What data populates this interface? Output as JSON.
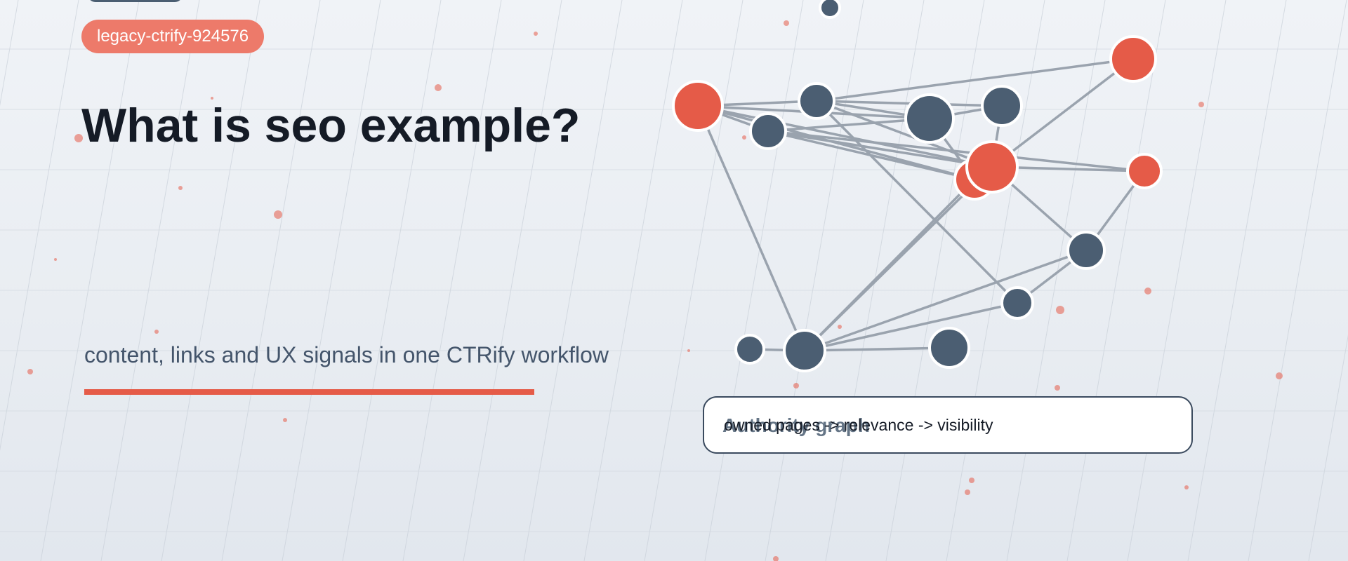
{
  "badge": {
    "label": "legacy-ctrify-924576"
  },
  "headline": {
    "text": "What is seo example?"
  },
  "subline": {
    "text": "content, links and UX signals in one CTRify workflow"
  },
  "graph_card": {
    "title": "Authority graph",
    "caption": "owned pages -> relevance -> visibility"
  },
  "colors": {
    "accent": "#e55b48",
    "badge": "#ed7a6a",
    "node_dark": "#4b5e72",
    "edge": "#9aa3ae",
    "heading": "#151b26",
    "subheading": "#44556b"
  }
}
